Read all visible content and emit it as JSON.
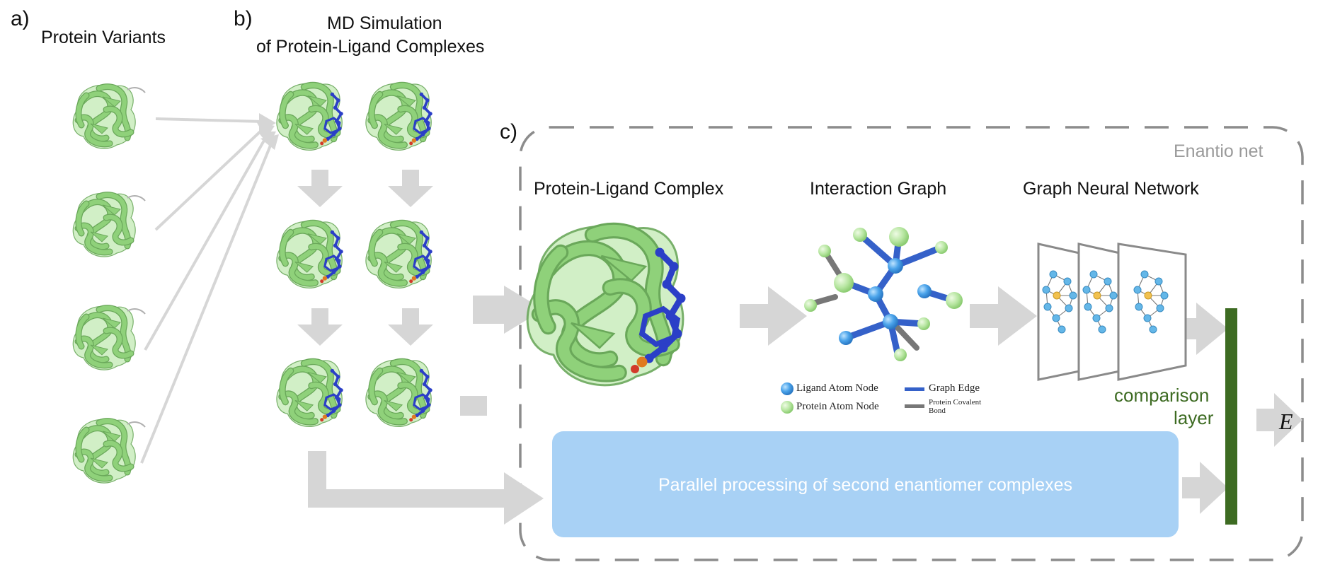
{
  "panels": {
    "a": {
      "label": "a)",
      "title": "Protein Variants"
    },
    "b": {
      "label": "b)",
      "title_line1": "MD Simulation",
      "title_line2": "of Protein-Ligand Complexes"
    },
    "c": {
      "label": "c)",
      "box_title": "Enantio net"
    }
  },
  "stages": {
    "complex": "Protein-Ligand Complex",
    "graph": "Interaction Graph",
    "gnn": "Graph Neural Network"
  },
  "legend": {
    "ligand_node": "Ligand Atom Node",
    "protein_node": "Protein Atom Node",
    "graph_edge": "Graph Edge",
    "covalent_line1": "Protein Covalent",
    "covalent_line2": "Bond"
  },
  "parallel_box": "Parallel processing of second enantiomer complexes",
  "comparison": {
    "line1": "comparison",
    "line2": "layer"
  },
  "output": "E",
  "colors": {
    "protein_green": "#8fd17a",
    "ligand_blue": "#2b3fc7",
    "graph_edge": "#3561c9",
    "arrow_gray": "#d6d6d6",
    "dashed_border": "#8c8c8c",
    "parallel_box": "#a8d1f5",
    "comparison_bar": "#3d6b22",
    "comparison_text": "#3d6b22",
    "enantio_text": "#9a9a9a"
  }
}
